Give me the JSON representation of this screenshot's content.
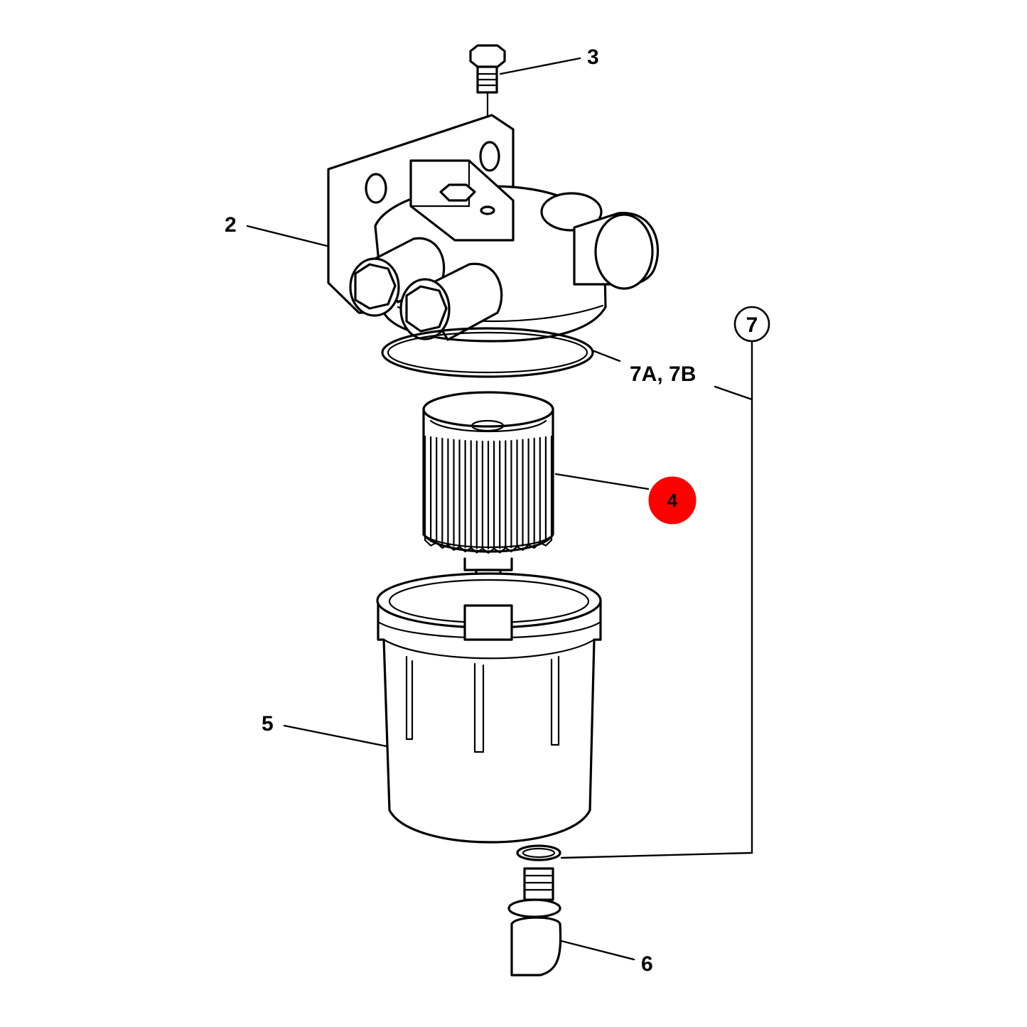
{
  "callouts": {
    "c2": "2",
    "c3": "3",
    "c4": "4",
    "c5": "5",
    "c6": "6",
    "c7": "7",
    "c7ab": "7A, 7B"
  },
  "colors": {
    "highlight": "#ff0000",
    "line": "#000000",
    "background": "#ffffff"
  }
}
